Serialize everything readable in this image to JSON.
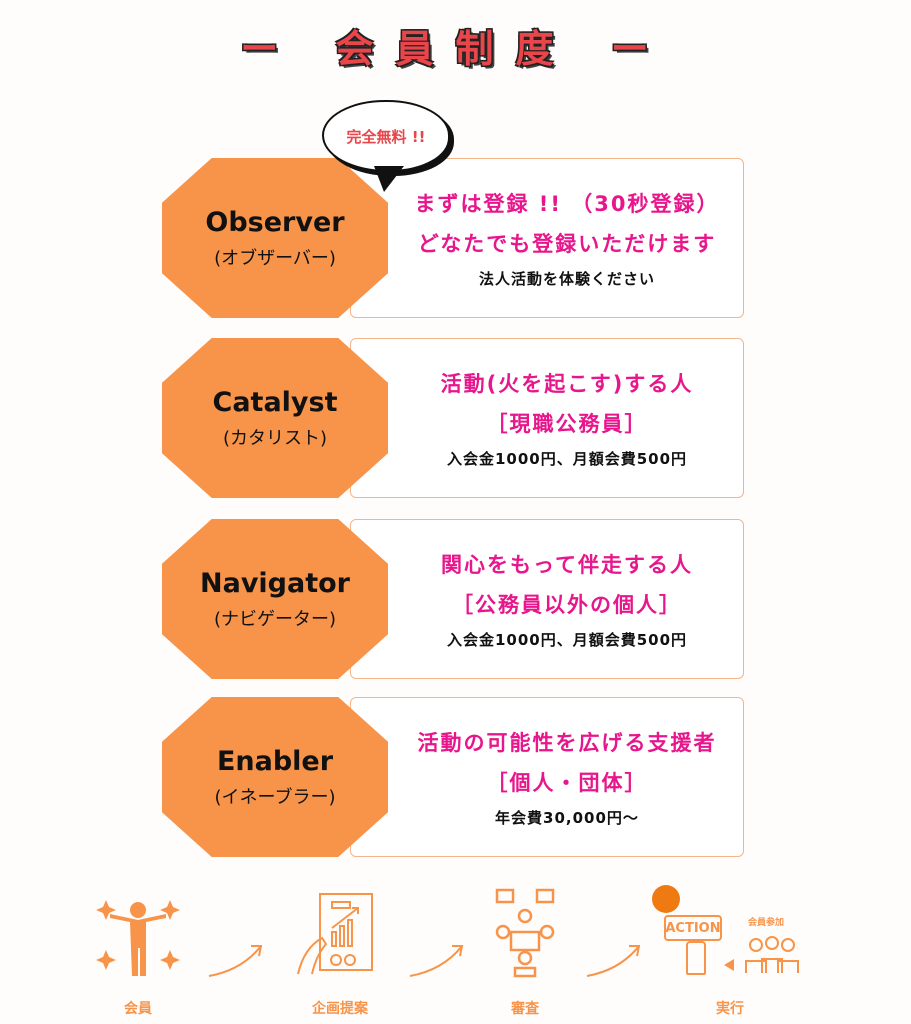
{
  "title": "ー 会員制度 ー",
  "bubble": "完全無料 !!",
  "tiers": [
    {
      "name": "Observer",
      "kana": "(オブザーバー)",
      "line1": "まずは登録 !! （30秒登録）",
      "line2": "どなたでも登録いただけます",
      "line3": "法人活動を体験ください"
    },
    {
      "name": "Catalyst",
      "kana": "(カタリスト)",
      "line1": "活動(火を起こす)する人",
      "line2": "［現職公務員］",
      "line3": "入会金1000円、月額会費500円"
    },
    {
      "name": "Navigator",
      "kana": "(ナビゲーター)",
      "line1": "関心をもって伴走する人",
      "line2": "［公務員以外の個人］",
      "line3": "入会金1000円、月額会費500円"
    },
    {
      "name": "Enabler",
      "kana": "(イネーブラー)",
      "line1": "活動の可能性を広げる支援者",
      "line2": "［個人・団体］",
      "line3": "年会費30,000円～"
    }
  ],
  "flow": {
    "steps": [
      "会員",
      "企画提案",
      "審査",
      "実行"
    ],
    "action_label": "ACTION",
    "join_label": "会員参加"
  },
  "colors": {
    "orange": "#f7944a",
    "magenta": "#e8168c",
    "red": "#e8464a"
  }
}
